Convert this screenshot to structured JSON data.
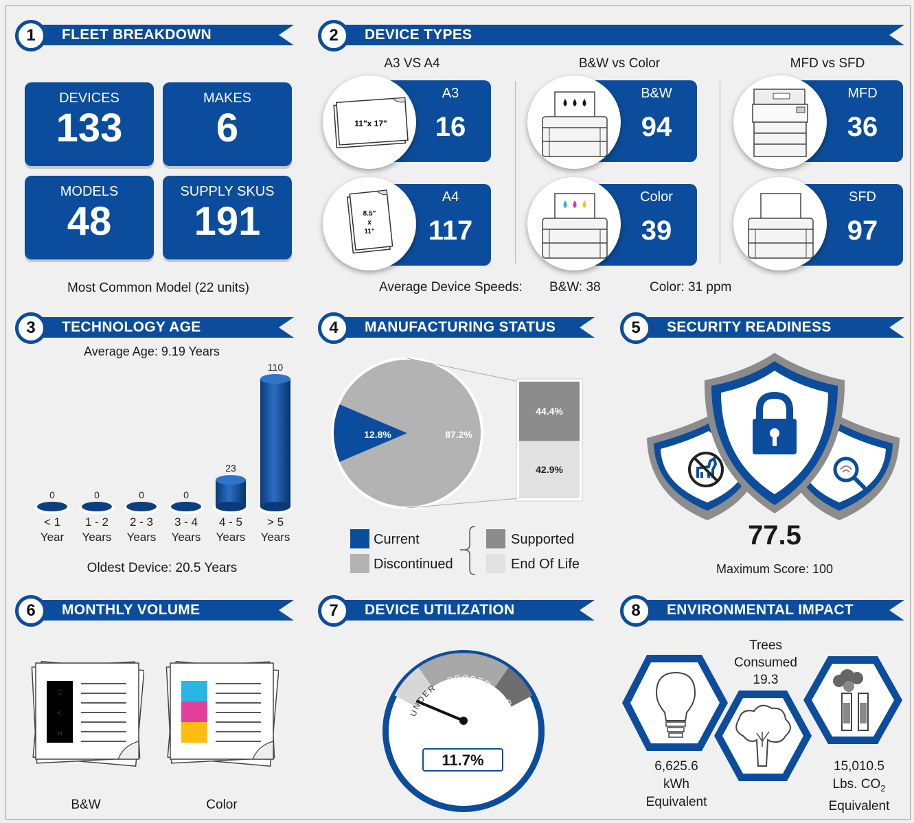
{
  "sections": {
    "fleet": {
      "num": "1",
      "title": "FLEET BREAKDOWN"
    },
    "device_types": {
      "num": "2",
      "title": "DEVICE TYPES"
    },
    "tech_age": {
      "num": "3",
      "title": "TECHNOLOGY AGE"
    },
    "mfg_status": {
      "num": "4",
      "title": "MANUFACTURING STATUS"
    },
    "security": {
      "num": "5",
      "title": "SECURITY READINESS"
    },
    "monthly_volume": {
      "num": "6",
      "title": "MONTHLY VOLUME"
    },
    "utilization": {
      "num": "7",
      "title": "DEVICE UTILIZATION"
    },
    "environment": {
      "num": "8",
      "title": "ENVIRONMENTAL IMPACT"
    }
  },
  "fleet": {
    "tiles": [
      {
        "label": "DEVICES",
        "value": "133"
      },
      {
        "label": "MAKES",
        "value": "6"
      },
      {
        "label": "MODELS",
        "value": "48"
      },
      {
        "label": "SUPPLY SKUS",
        "value": "191"
      }
    ],
    "most_common": "Most Common Model (22 units)"
  },
  "device_types": {
    "groups": [
      {
        "heading": "A3 VS A4",
        "items": [
          {
            "label": "A3",
            "value": "16",
            "icon_text": "11\"x 17\""
          },
          {
            "label": "A4",
            "value": "117",
            "icon_text_lines": [
              "8.5\"",
              "x",
              "11\""
            ]
          }
        ]
      },
      {
        "heading": "B&W vs Color",
        "items": [
          {
            "label": "B&W",
            "value": "94"
          },
          {
            "label": "Color",
            "value": "39"
          }
        ]
      },
      {
        "heading": "MFD vs SFD",
        "items": [
          {
            "label": "MFD",
            "value": "36"
          },
          {
            "label": "SFD",
            "value": "97"
          }
        ]
      }
    ],
    "speeds_label": "Average Device Speeds:",
    "speeds_bw": "B&W: 38",
    "speeds_color": "Color: 31 ppm",
    "icons": [
      "paper-a3-icon",
      "paper-a4-icon",
      "bw-printer-icon",
      "color-printer-icon",
      "mfd-printer-icon",
      "sfd-printer-icon"
    ]
  },
  "tech_age": {
    "average": "Average Age: 9.19 Years",
    "oldest": "Oldest Device: 20.5 Years"
  },
  "mfg_status": {
    "legend": {
      "current": "Current",
      "discontinued": "Discontinued",
      "supported": "Supported",
      "end_of_life": "End Of Life"
    }
  },
  "security": {
    "score": "77.5",
    "max": "Maximum Score: 100",
    "icons": [
      "anti-trojan-shield-icon",
      "lock-shield-icon",
      "fingerprint-scan-shield-icon"
    ]
  },
  "monthly_volume": {
    "bw_label": "B&W",
    "color_label": "Color",
    "bw_swatches": [
      "C",
      "K",
      "H"
    ],
    "icons": [
      "bw-page-stack-icon",
      "color-page-stack-icon"
    ]
  },
  "utilization": {
    "value": "11.7%",
    "value_fraction": 0.117,
    "zones": [
      "UNDER",
      "PROPER",
      "OVER"
    ]
  },
  "environment": {
    "trees_line1": "Trees",
    "trees_line2": "Consumed",
    "trees_value": "19.3",
    "kwh_value": "6,625.6",
    "kwh_unit": "kWh",
    "kwh_eq": "Equivalent",
    "co2_value": "15,010.5",
    "co2_unit": "Lbs. CO",
    "co2_sub": "2",
    "co2_eq": "Equivalent",
    "icons": [
      "lightbulb-icon",
      "tree-icon",
      "factory-smokestack-icon"
    ]
  },
  "colors": {
    "brand_blue": "#0b4d9c",
    "gray_dark": "#8c8c8c",
    "gray_light": "#e1e1e1",
    "pie_gray": "#b3b3b3"
  },
  "chart_data": [
    {
      "type": "bar",
      "categories": [
        "< 1 Year",
        "1 - 2 Years",
        "2 - 3 Years",
        "3 - 4 Years",
        "4 - 5 Years",
        "> 5 Years"
      ],
      "category_lines": [
        [
          "< 1",
          "Year"
        ],
        [
          "1 - 2",
          "Years"
        ],
        [
          "2 - 3",
          "Years"
        ],
        [
          "3 - 4",
          "Years"
        ],
        [
          "4 - 5",
          "Years"
        ],
        [
          "> 5",
          "Years"
        ]
      ],
      "values": [
        0,
        0,
        0,
        0,
        23,
        110
      ],
      "labels": [
        "0",
        "0",
        "0",
        "0",
        "23",
        "110"
      ],
      "ylim": [
        0,
        110
      ]
    },
    {
      "type": "pie",
      "slices": [
        {
          "name": "Current",
          "value": 12.8,
          "label": "12.8%"
        },
        {
          "name": "Discontinued",
          "value": 87.2,
          "label": "87.2%"
        }
      ],
      "breakdown": [
        {
          "name": "Supported",
          "value": 44.4,
          "label": "44.4%"
        },
        {
          "name": "End Of Life",
          "value": 42.9,
          "label": "42.9%"
        }
      ]
    }
  ]
}
